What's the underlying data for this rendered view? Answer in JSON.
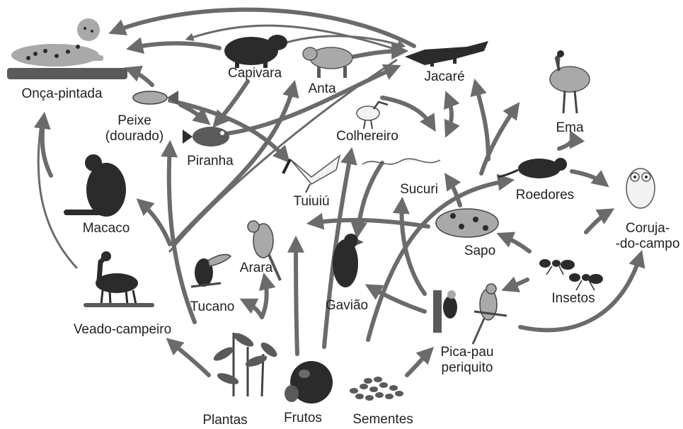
{
  "organisms": {
    "onca": "Onça-pintada",
    "capivara": "Capivara",
    "anta": "Anta",
    "jacare": "Jacaré",
    "ema": "Ema",
    "peixe": "Peixe (dourado)",
    "piranha": "Piranha",
    "colhereiro": "Colhereiro",
    "tuiuiu": "Tuiuiú",
    "sucuri": "Sucuri",
    "roedores": "Roedores",
    "coruja": "Coruja-do-campo",
    "macaco": "Macaco",
    "arara": "Arara",
    "tucano": "Tucano",
    "gaviao": "Gavião",
    "sapo": "Sapo",
    "insetos": "Insetos",
    "veado": "Veado-campeiro",
    "picapau": "Pica-pau periquito",
    "plantas": "Plantas",
    "frutos": "Frutos",
    "sementes": "Sementes"
  },
  "colors": {
    "arrow": "#6b6b6b",
    "text": "#222222",
    "background": "#ffffff"
  }
}
